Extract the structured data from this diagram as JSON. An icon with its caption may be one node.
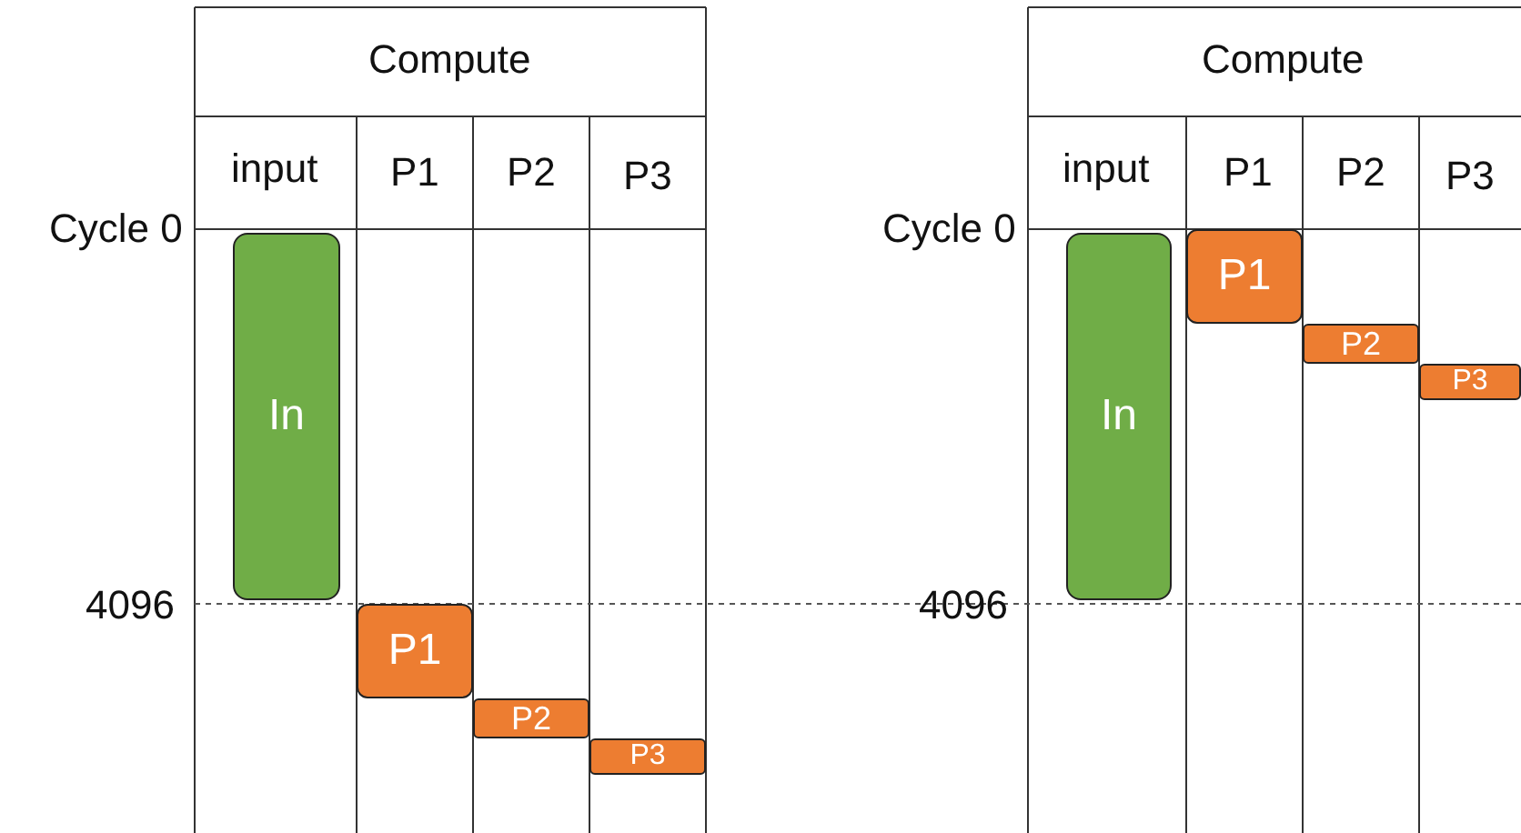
{
  "diagram": {
    "nodes": [
      {
        "text": [
          "In"
        ]
      },
      {
        "text": [
          "P1"
        ]
      },
      {
        "text": [
          "P2"
        ]
      },
      {
        "text": [
          "P3"
        ]
      },
      {
        "text": [
          "In"
        ]
      },
      {
        "text": [
          "P1"
        ]
      },
      {
        "text": [
          "P2"
        ]
      },
      {
        "text": [
          "P3"
        ]
      }
    ],
    "labels": [
      "Compute",
      "input",
      "P1",
      "P2",
      "P3",
      "Cycle 0",
      "4096",
      "Compute",
      "input",
      "P1",
      "P2",
      "P3",
      "Cycle 0",
      "4096"
    ]
  }
}
